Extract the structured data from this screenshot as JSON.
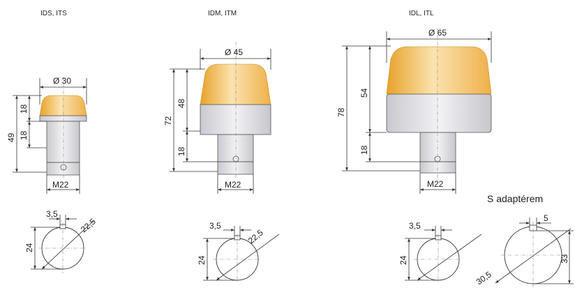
{
  "models": [
    {
      "title": "IDS, ITS",
      "diameter": "Ø 30",
      "height_total": "49",
      "height_cap": "18",
      "height_stem": "18",
      "thread": "M22",
      "cutout": {
        "slot": "3,5",
        "diameter": "22,5",
        "height": "24"
      }
    },
    {
      "title": "IDM, ITM",
      "diameter": "Ø 45",
      "height_total": "72",
      "height_cap": "48",
      "height_stem": "18",
      "thread": "M22",
      "cutout": {
        "slot": "3,5",
        "diameter": "22,5",
        "height": "24"
      }
    },
    {
      "title": "IDL, ITL",
      "diameter": "Ø 65",
      "height_total": "78",
      "height_cap": "54",
      "height_stem": "18",
      "thread": "M22",
      "cutout": {
        "slot": "3,5",
        "height": "24"
      }
    }
  ],
  "adapter": {
    "title": "S adaptérem",
    "slot": "5",
    "diameter": "30,5",
    "height": "33"
  },
  "colors": {
    "cap": "#f3c060",
    "body": "#d6d6dc",
    "line": "#333333"
  }
}
